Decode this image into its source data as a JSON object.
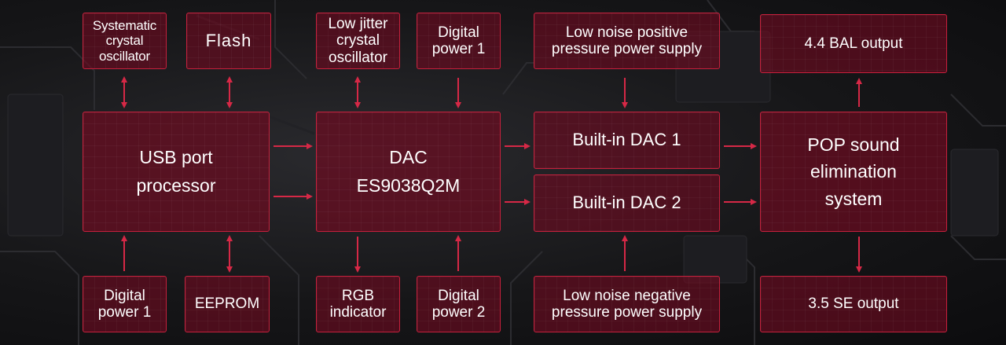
{
  "colors": {
    "accent": "#c6203c",
    "box_fill": "#700a20",
    "text": "#ffffff"
  },
  "blocks": {
    "systematic_crystal_oscillator": "Systematic\ncrystal\noscillator",
    "flash": "Flash",
    "low_jitter_crystal_oscillator": "Low jitter\ncrystal\noscillator",
    "digital_power_1_top": "Digital\npower 1",
    "low_noise_positive_supply": "Low noise positive\npressure power supply",
    "bal_output": "4.4 BAL output",
    "usb_processor": "USB port\nprocessor",
    "dac": "DAC\nES9038Q2M",
    "dac1": "Built-in DAC 1",
    "dac2": "Built-in DAC 2",
    "pop_system": "POP sound\nelimination\nsystem",
    "digital_power_1_bottom": "Digital\npower 1",
    "eeprom": "EEPROM",
    "rgb_indicator": "RGB\nindicator",
    "digital_power_2": "Digital\npower 2",
    "low_noise_negative_supply": "Low noise negative\npressure power supply",
    "se_output": "3.5 SE output"
  }
}
